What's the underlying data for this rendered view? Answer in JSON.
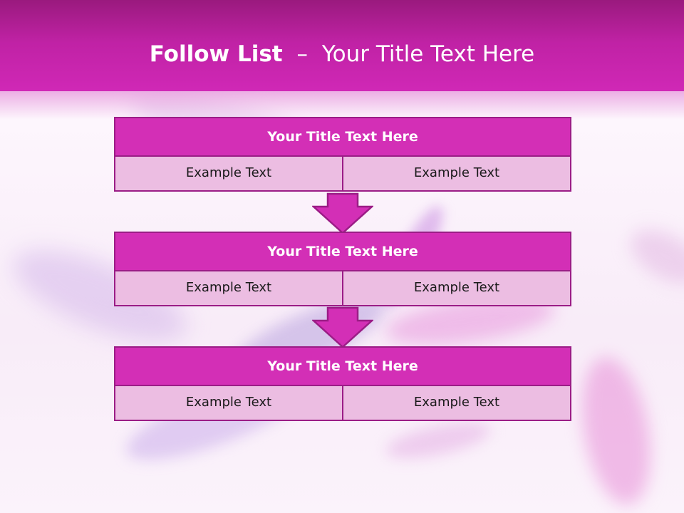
{
  "slide": {
    "title_bold": "Follow List",
    "title_dash": "–",
    "title_rest": "Your Title Text Here"
  },
  "blocks": [
    {
      "title": "Your Title Text Here",
      "left": "Example Text",
      "right": "Example Text"
    },
    {
      "title": "Your Title Text Here",
      "left": "Example Text",
      "right": "Example Text"
    },
    {
      "title": "Your Title Text Here",
      "left": "Example Text",
      "right": "Example Text"
    }
  ],
  "colors": {
    "header": "#c022a5",
    "block_title_fill": "#d32fb6",
    "block_cell_fill": "#ecbde2",
    "border": "#9b1d86",
    "arrow_fill": "#d32fb6"
  },
  "icons": {
    "connector": "down-arrow-icon",
    "background": "feather-image"
  }
}
